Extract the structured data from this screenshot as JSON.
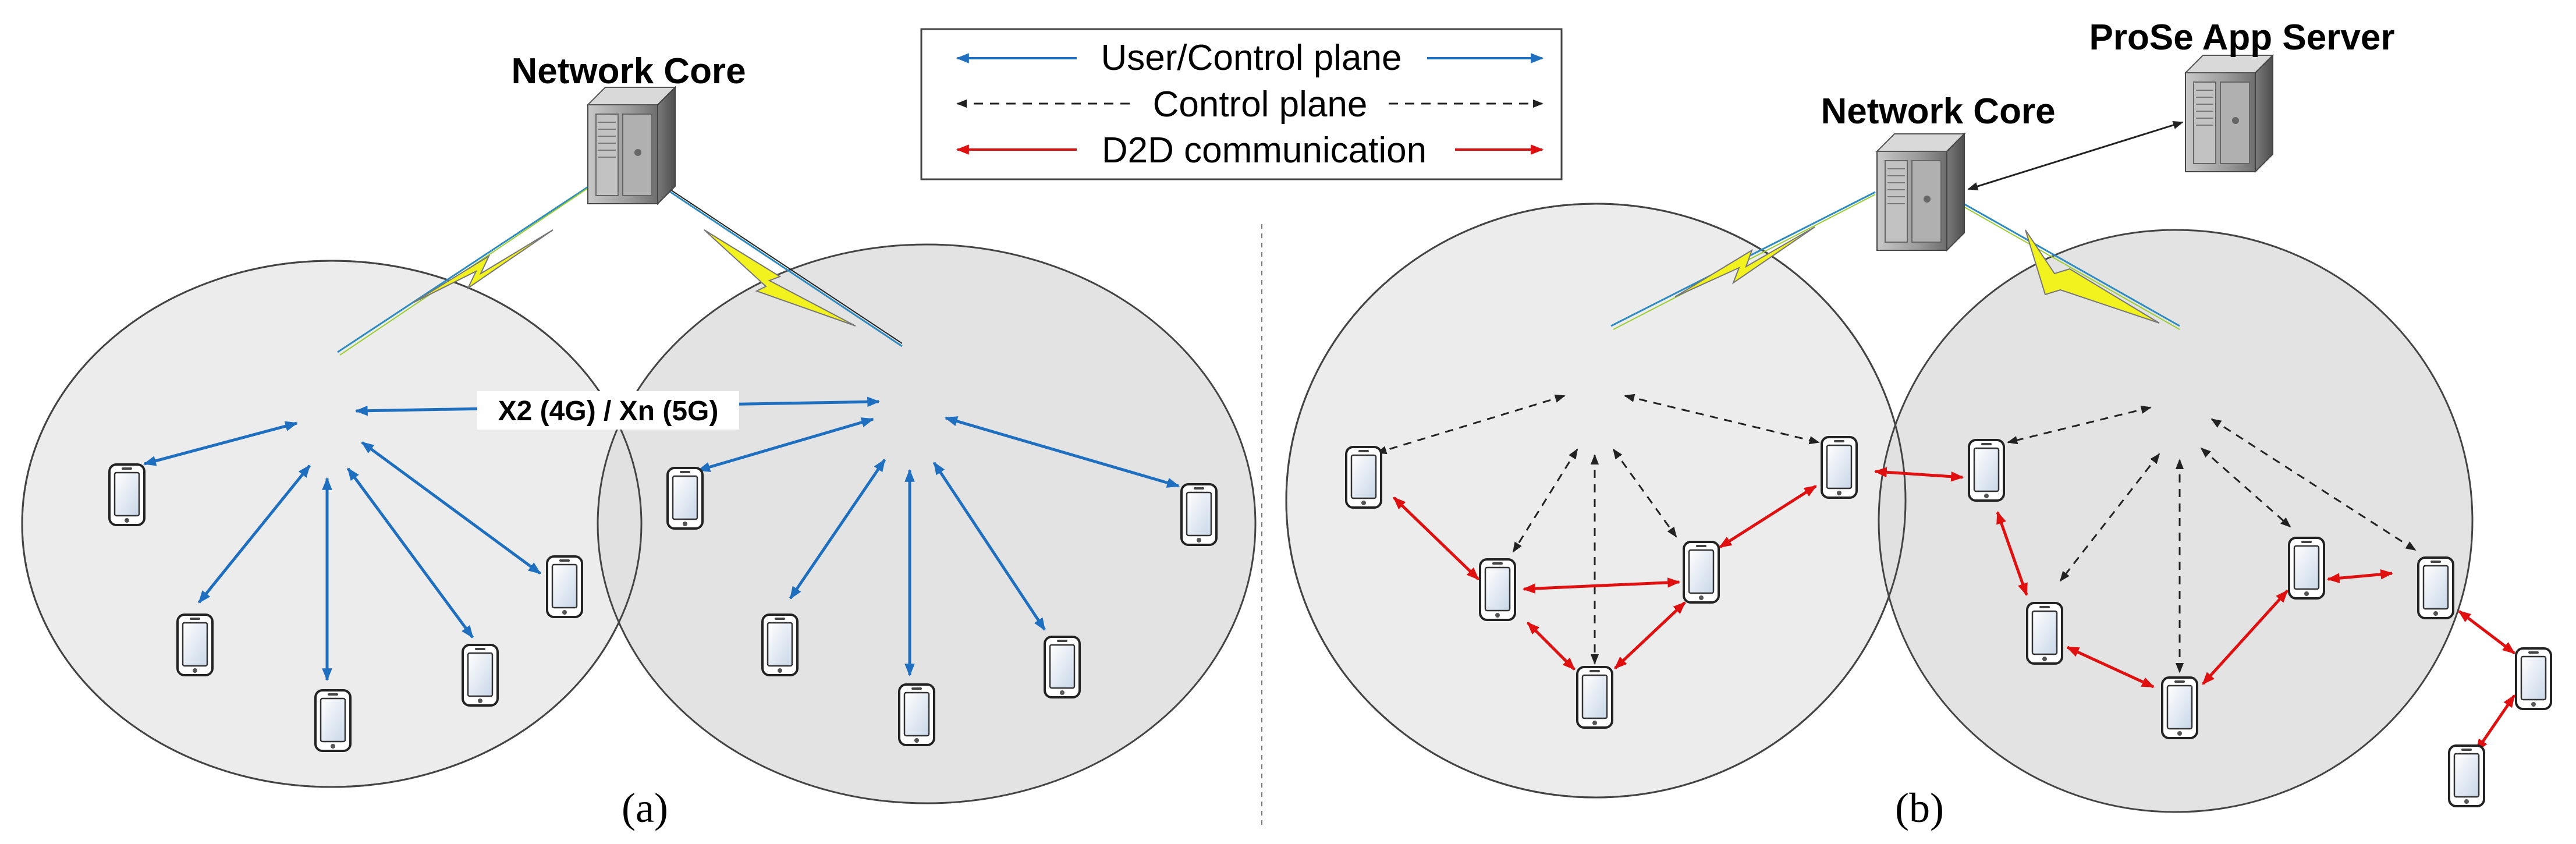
{
  "legend": {
    "user_control": "User/Control plane",
    "control": "Control plane",
    "d2d": "D2D communication"
  },
  "panel_a": {
    "network_core": "Network Core",
    "x2_label": "X2 (4G) / Xn (5G)",
    "caption": "(a)"
  },
  "panel_b": {
    "network_core": "Network Core",
    "prose_server": "ProSe App Server",
    "caption": "(b)"
  },
  "colors": {
    "user_control": "#1f6fc0",
    "control": "#333333",
    "d2d": "#e01010",
    "lightning": "#f2f21e",
    "cell_left": "#ececec",
    "cell_right": "#e0e0e0"
  }
}
